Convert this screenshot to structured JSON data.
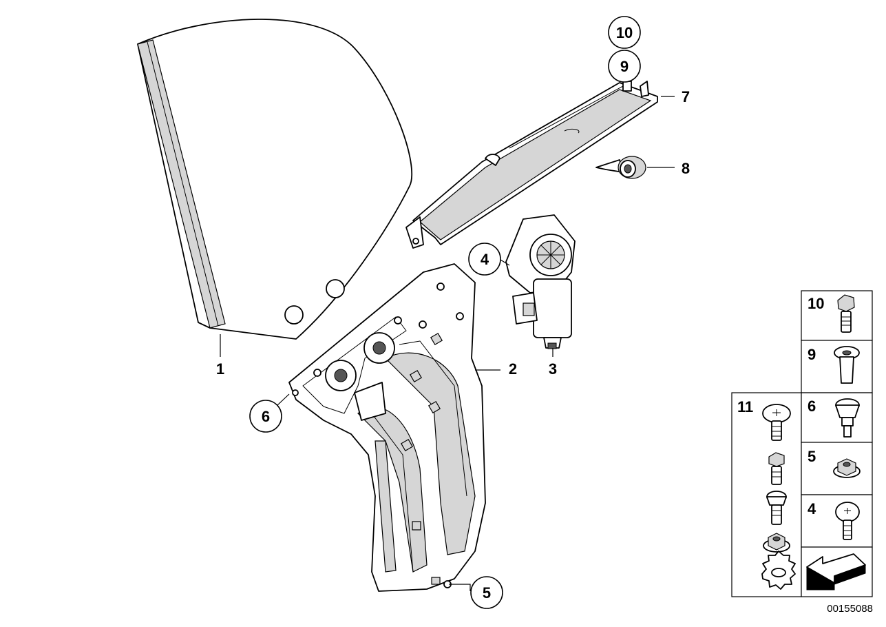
{
  "callouts": {
    "part_1": "1",
    "part_2": "2",
    "part_3": "3",
    "part_4": "4",
    "part_5": "5",
    "part_6": "6",
    "part_7": "7",
    "part_8": "8",
    "part_9": "9",
    "part_10": "10"
  },
  "legend": {
    "box_10": "10",
    "box_9": "9",
    "box_11": "11",
    "box_6": "6",
    "box_5": "5",
    "box_4": "4"
  },
  "document_number": "00155088"
}
